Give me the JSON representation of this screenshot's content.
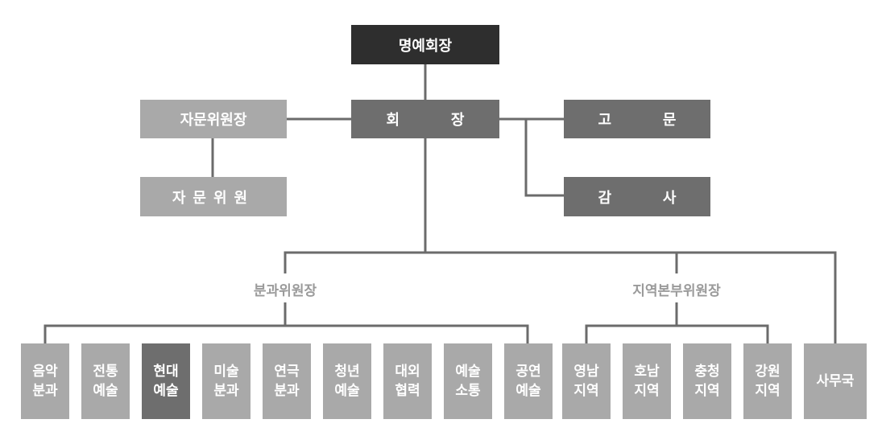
{
  "chairman_emeritus": "명예회장",
  "chairman": "회 장",
  "advisory_head": "자문위원장",
  "advisory_members": "자문위원",
  "advisor": "고 문",
  "auditor": "감 사",
  "groups": {
    "division": {
      "label": "분과위원장",
      "items": [
        "음악\n분과",
        "전통\n예술",
        "현대\n예술",
        "미술\n분과",
        "연극\n분과",
        "청년\n예술",
        "대외\n협력",
        "예술\n소통",
        "공연\n예술"
      ]
    },
    "regional": {
      "label": "지역본부위원장",
      "items": [
        "영남\n지역",
        "호남\n지역",
        "충청\n지역",
        "강원\n지역"
      ]
    }
  },
  "secretariat": "사무국"
}
